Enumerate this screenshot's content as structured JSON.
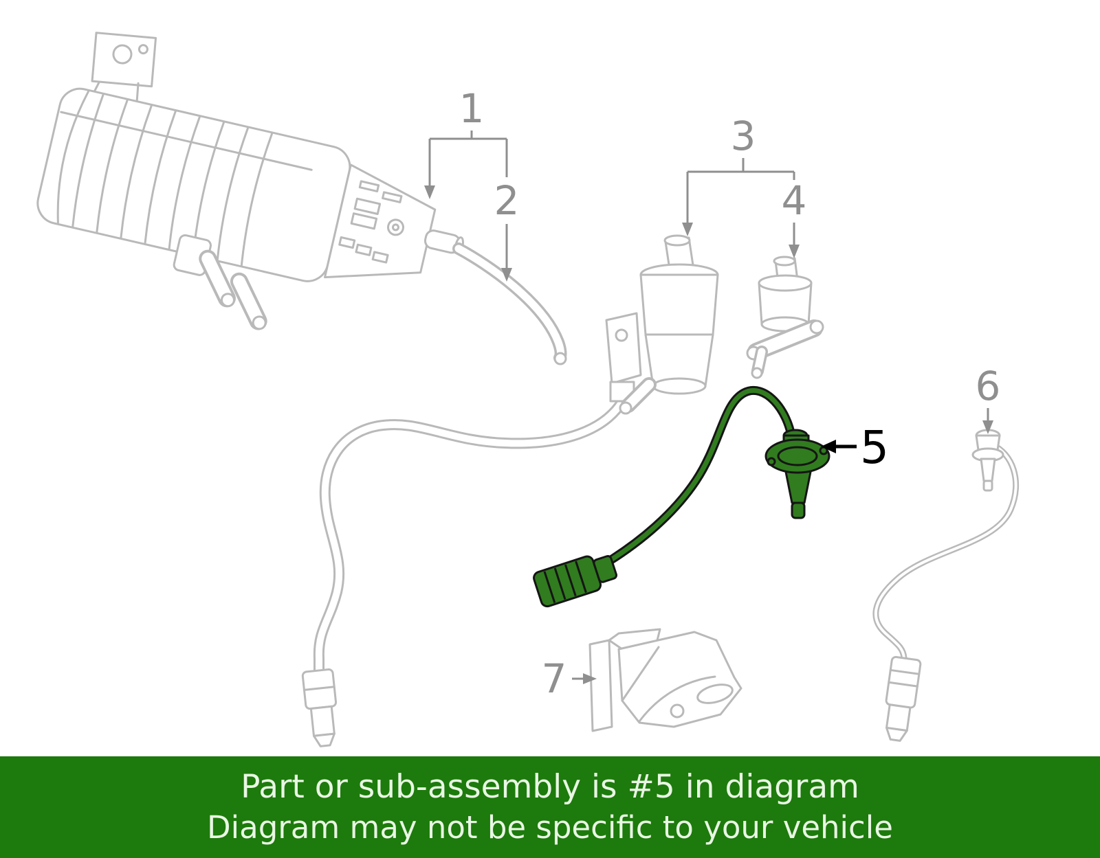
{
  "diagram": {
    "callouts": {
      "c1": "1",
      "c2": "2",
      "c3": "3",
      "c4": "4",
      "c6": "6",
      "c7": "7"
    },
    "highlight": {
      "label": "5",
      "color": "#317c1f"
    },
    "line_color": "#b9b9b9",
    "callout_color": "#8f8f8f"
  },
  "banner": {
    "line1": "Part or sub-assembly is #5 in diagram",
    "line2": "Diagram may not be specific to your vehicle",
    "bg_color": "#1d7a0c",
    "text_color": "#e9f7e4"
  }
}
